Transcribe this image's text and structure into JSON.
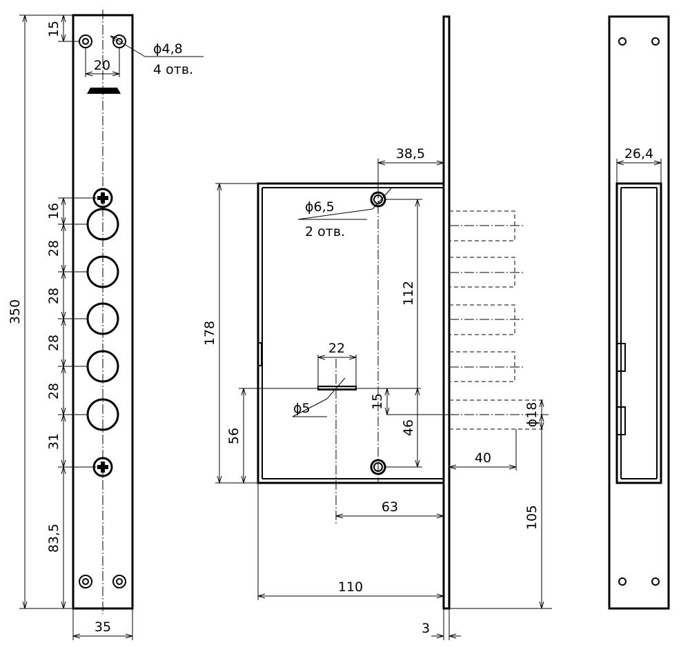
{
  "dimensions": {
    "faceplate_top_offset": "15",
    "faceplate_hole_spacing": "20",
    "faceplate_hole_dia": "ϕ4,8",
    "faceplate_hole_count": "4 отв.",
    "faceplate_length": "350",
    "faceplate_width": "35",
    "bolt_pitch_screw": "16",
    "bolt_pitch_1": "28",
    "bolt_pitch_2": "28",
    "bolt_pitch_3": "28",
    "bolt_pitch_4": "28",
    "bolt_to_screw": "31",
    "screw_to_bottom": "83,5",
    "backset_top": "38,5",
    "mount_hole_dia": "ϕ6,5",
    "mount_hole_count": "2 отв.",
    "mount_hole_spacing": "112",
    "case_height": "178",
    "key_slot_width": "22",
    "key_hole_dia": "ϕ5",
    "key_offset": "15",
    "key_to_bolt": "46",
    "key_to_bottom": "56",
    "bolt_dia": "ϕ18",
    "bolt_throw": "40",
    "backset_key": "63",
    "bolt_to_bottom": "105",
    "case_depth": "110",
    "faceplate_thickness": "3",
    "strike_width": "26,4"
  }
}
